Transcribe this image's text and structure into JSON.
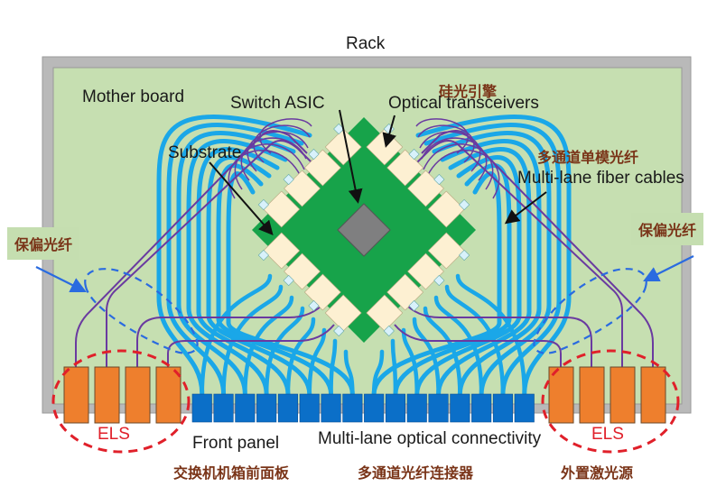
{
  "title": "Rack",
  "labels": {
    "mother_board": "Mother board",
    "switch_asic": "Switch ASIC",
    "substrate": "Substrate",
    "optical_transceivers": "Optical transceivers",
    "optical_transceivers_cn": "硅光引擎",
    "fiber_cables": "Multi-lane fiber cables",
    "fiber_cables_cn": "多通道单模光纤",
    "pm_fiber_left_cn": "保偏光纤",
    "pm_fiber_right_cn": "保偏光纤",
    "els_left": "ELS",
    "els_right": "ELS",
    "front_panel": "Front panel",
    "front_panel_cn": "交换机机箱前面板",
    "connectivity": "Multi-lane optical connectivity",
    "connectivity_cn": "多通道光纤连接器",
    "els_cn": "外置激光源"
  },
  "counts": {
    "front_panel_connectors": 16,
    "els_modules_per_side": 4
  },
  "colors": {
    "rack_frame": "#b9b9b9",
    "motherboard": "#c6dfb1",
    "substrate": "#17a34a",
    "asic": "#7f7f80",
    "transceiver": "#fdf0d2",
    "fiber_blue": "#1aa7e8",
    "pm_fiber_purple": "#6a3aa0",
    "connector": "#0b6fc8",
    "els": "#ee7f2d",
    "els_outline": "#e0202a",
    "callout_blue": "#2a6be0"
  }
}
